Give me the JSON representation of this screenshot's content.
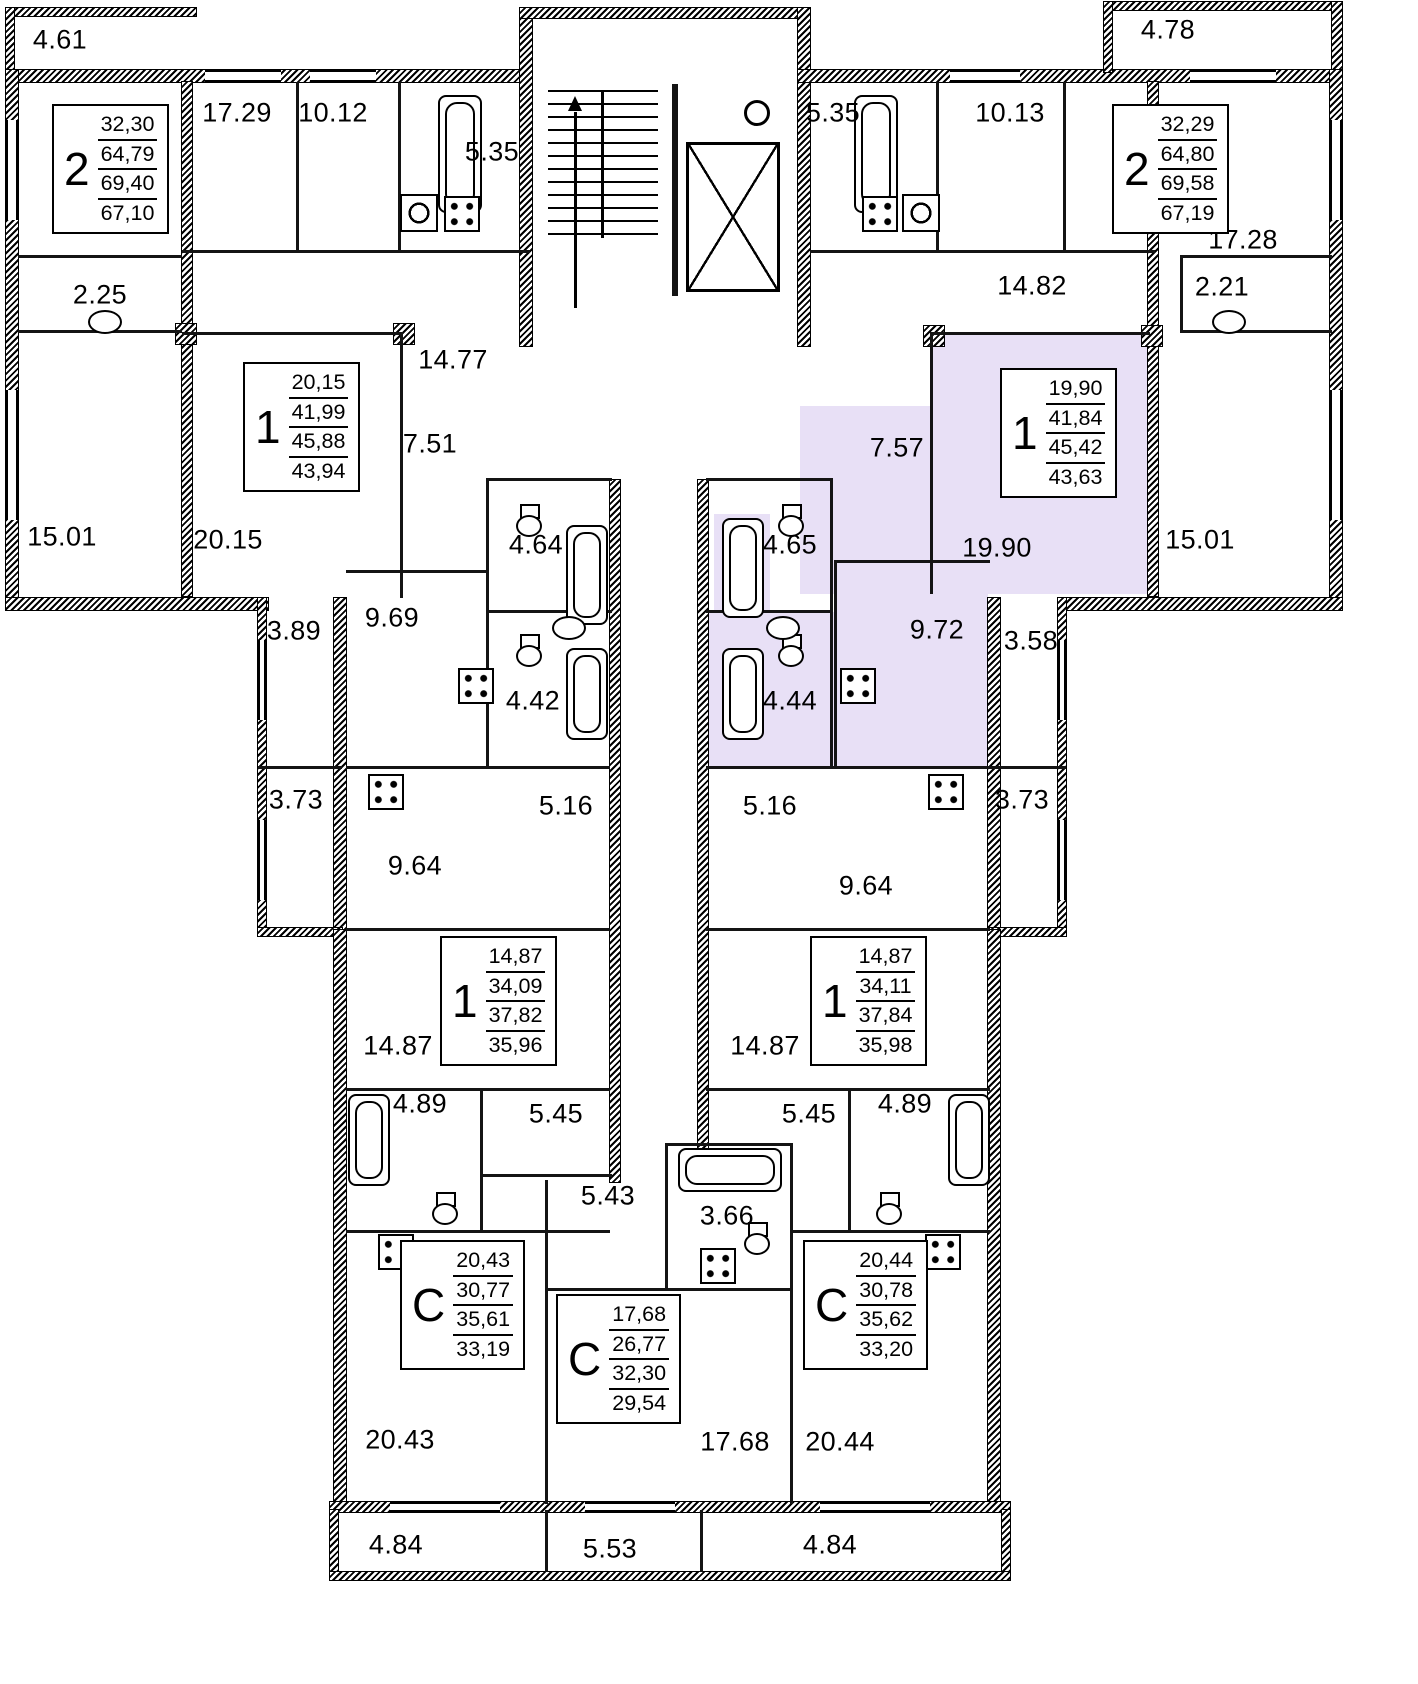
{
  "plan_name": "residential-floor-plan",
  "colors": {
    "highlight": "#e8e0f6",
    "wall": "#000000",
    "background": "#ffffff"
  },
  "areas": {
    "balc_tl": "4.61",
    "r1729": "17.29",
    "r1012": "10.12",
    "bath535_l": "5.35",
    "bath535_r": "5.35",
    "r1013": "10.13",
    "balc_tr": "4.78",
    "balc225": "2.25",
    "balc221": "2.21",
    "hall1482": "14.82",
    "r1728": "17.28",
    "r1501_l": "15.01",
    "r2015": "20.15",
    "hall1477": "14.77",
    "hall751": "7.51",
    "hall757": "7.57",
    "r1990": "19.90",
    "r1501_r": "15.01",
    "balc389": "3.89",
    "k969": "9.69",
    "bath464": "4.64",
    "bath465": "4.65",
    "r972": "9.72",
    "r358": "3.58",
    "bath442": "4.42",
    "bath444": "4.44",
    "balc373_l": "3.73",
    "k516_l": "5.16",
    "k516_r": "5.16",
    "balc373_r": "3.73",
    "r964_l": "9.64",
    "r964_r": "9.64",
    "r1487_l": "14.87",
    "r1487_r": "14.87",
    "bath489_l": "4.89",
    "hall545_l": "5.45",
    "hall545_r": "5.45",
    "bath489_r": "4.89",
    "hall543": "5.43",
    "bath366": "3.66",
    "r2043": "20.43",
    "r1768": "17.68",
    "r2044": "20.44",
    "balc484_l": "4.84",
    "balc553": "5.53",
    "balc484_r": "4.84"
  },
  "units": [
    {
      "num": "2",
      "values": [
        "32,30",
        "64,79",
        "69,40",
        "67,10"
      ],
      "highlighted": false
    },
    {
      "num": "2",
      "values": [
        "32,29",
        "64,80",
        "69,58",
        "67,19"
      ],
      "highlighted": false
    },
    {
      "num": "1",
      "values": [
        "20,15",
        "41,99",
        "45,88",
        "43,94"
      ],
      "highlighted": false
    },
    {
      "num": "1",
      "values": [
        "19,90",
        "41,84",
        "45,42",
        "43,63"
      ],
      "highlighted": true
    },
    {
      "num": "1",
      "values": [
        "14,87",
        "34,09",
        "37,82",
        "35,96"
      ],
      "highlighted": false
    },
    {
      "num": "1",
      "values": [
        "14,87",
        "34,11",
        "37,84",
        "35,98"
      ],
      "highlighted": false
    },
    {
      "num": "С",
      "values": [
        "20,43",
        "30,77",
        "35,61",
        "33,19"
      ],
      "highlighted": false
    },
    {
      "num": "С",
      "values": [
        "17,68",
        "26,77",
        "32,30",
        "29,54"
      ],
      "highlighted": false
    },
    {
      "num": "С",
      "values": [
        "20,44",
        "30,78",
        "35,62",
        "33,20"
      ],
      "highlighted": false
    }
  ]
}
